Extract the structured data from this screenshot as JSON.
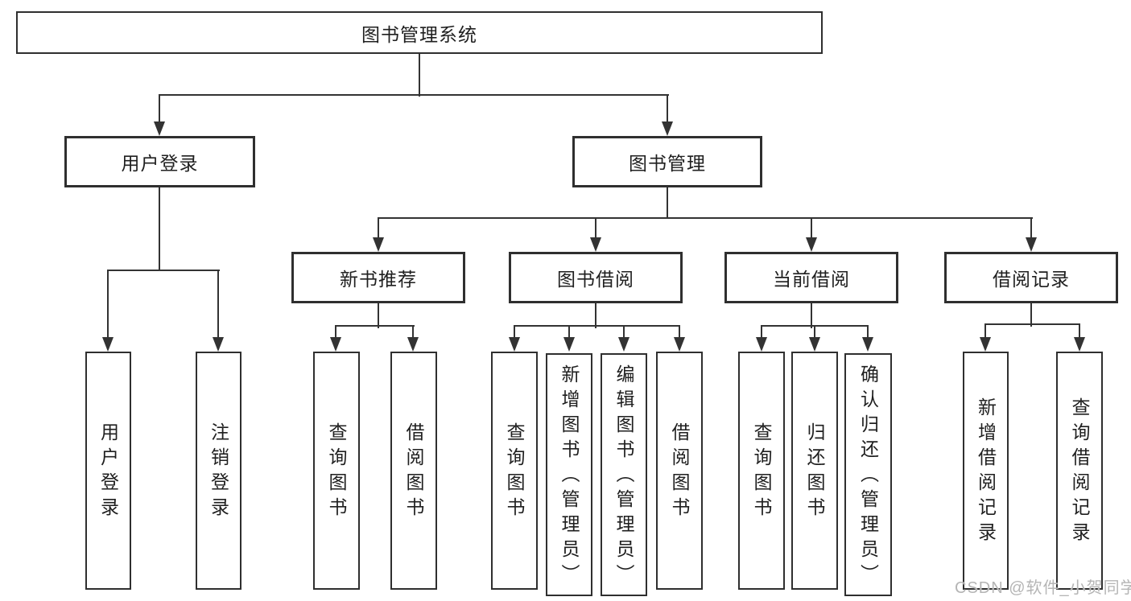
{
  "diagram": {
    "root": {
      "label": "图书管理系统"
    },
    "branches": [
      {
        "label": "用户登录",
        "leaves": [
          "用户登录",
          "注销登录"
        ]
      },
      {
        "label": "图书管理",
        "children": [
          {
            "label": "新书推荐",
            "leaves": [
              "查询图书",
              "借阅图书"
            ]
          },
          {
            "label": "图书借阅",
            "leaves": [
              "查询图书",
              "新增图书（管理员）",
              "编辑图书（管理员）",
              "借阅图书"
            ]
          },
          {
            "label": "当前借阅",
            "leaves": [
              "查询图书",
              "归还图书",
              "确认归还（管理员）"
            ]
          },
          {
            "label": "借阅记录",
            "leaves": [
              "新增借阅记录",
              "查询借阅记录"
            ]
          }
        ]
      }
    ]
  },
  "watermark": {
    "text": "CSDN @软件_小贺同学"
  },
  "colors": {
    "background": "#ffffff",
    "line": "#333333",
    "box_border": "#2f2f2f",
    "text": "#1f1f1f",
    "watermark": "#b5b5b5"
  }
}
